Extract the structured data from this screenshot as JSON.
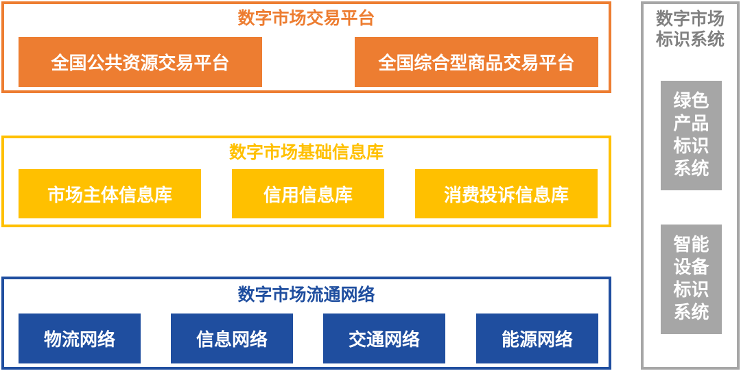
{
  "colors": {
    "orange": "#ED7D31",
    "yellow": "#FFC000",
    "blue": "#1F4E9F",
    "gray": "#A6A6A6",
    "gray_text": "#808080"
  },
  "trading_layer": {
    "title": "数字市场交易平台",
    "items": [
      "全国公共资源交易平台",
      "全国综合型商品交易平台"
    ]
  },
  "info_layer": {
    "title": "数字市场基础信息库",
    "items": [
      "市场主体信息库",
      "信用信息库",
      "消费投诉信息库"
    ]
  },
  "network_layer": {
    "title": "数字市场流通网络",
    "items": [
      "物流网络",
      "信息网络",
      "交通网络",
      "能源网络"
    ]
  },
  "id_system": {
    "title_line1": "数字市场",
    "title_line2": "标识系统",
    "items": [
      "绿色产品标识系统",
      "智能设备标识系统"
    ]
  }
}
